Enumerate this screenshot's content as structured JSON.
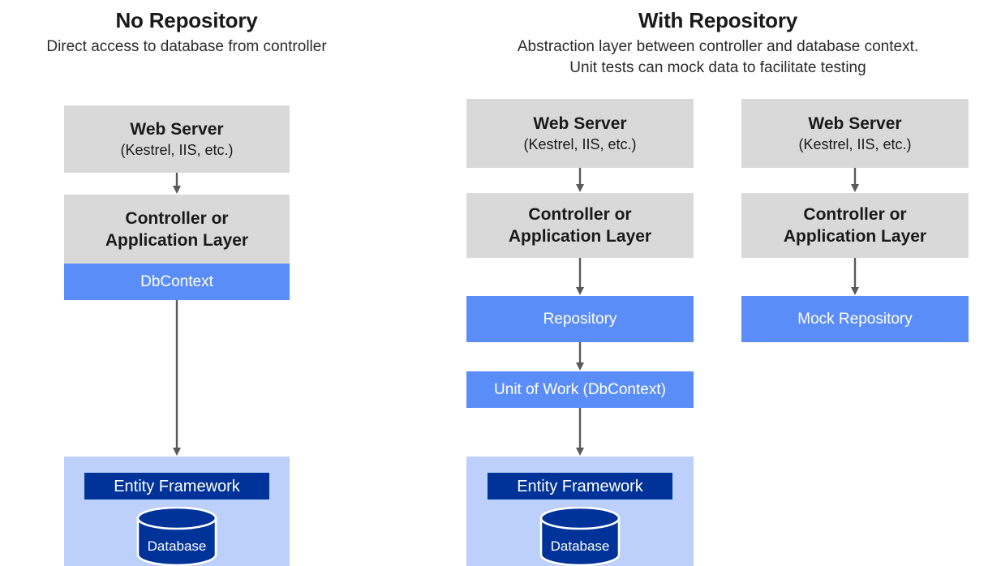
{
  "diagram": {
    "background": "#ffffff",
    "colors": {
      "gray_box": "#d9d9d9",
      "blue_box": "#5b8df8",
      "light_blue_group": "#bdcffb",
      "navy_bar": "#00339a",
      "arrow": "#595959",
      "heading_text": "#1a1a1a"
    }
  },
  "columns": [
    {
      "id": "no-repository",
      "title": "No Repository",
      "subtitle_lines": [
        "Direct access to database from controller"
      ]
    },
    {
      "id": "with-repository",
      "title": "With Repository",
      "subtitle_lines": [
        "Abstraction layer between controller and database context.",
        "Unit tests can mock data to facilitate testing"
      ]
    }
  ],
  "flows": {
    "left": {
      "web_server": {
        "title": "Web Server",
        "subtitle": "(Kestrel, IIS, etc.)"
      },
      "controller": {
        "line1": "Controller or",
        "line2": "Application Layer"
      },
      "dbcontext": {
        "label": "DbContext"
      },
      "entity_framework": {
        "label": "Entity Framework"
      },
      "database": {
        "label": "Database"
      }
    },
    "middle": {
      "web_server": {
        "title": "Web Server",
        "subtitle": "(Kestrel, IIS, etc.)"
      },
      "controller": {
        "line1": "Controller or",
        "line2": "Application Layer"
      },
      "repository": {
        "label": "Repository"
      },
      "unit_of_work": {
        "label": "Unit of Work (DbContext)"
      },
      "entity_framework": {
        "label": "Entity Framework"
      },
      "database": {
        "label": "Database"
      }
    },
    "right": {
      "web_server": {
        "title": "Web Server",
        "subtitle": "(Kestrel, IIS, etc.)"
      },
      "controller": {
        "line1": "Controller or",
        "line2": "Application Layer"
      },
      "mock_repository": {
        "label": "Mock Repository"
      }
    }
  }
}
